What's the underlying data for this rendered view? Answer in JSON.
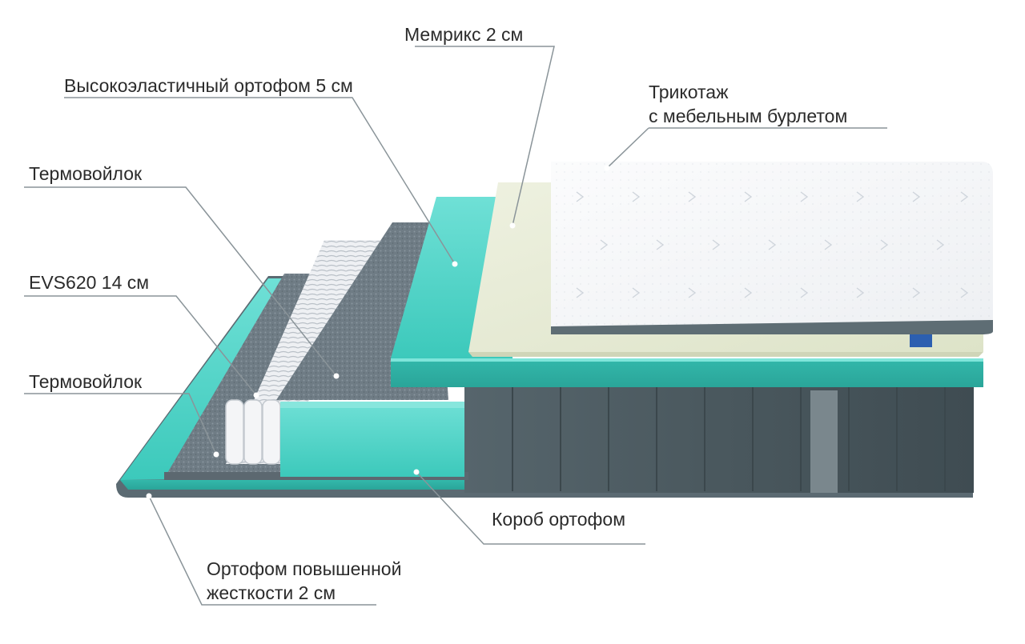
{
  "labels": {
    "memorix": "Мемрикс 2 см",
    "orthofoam_high": "Высокоэластичный ортофом 5 см",
    "knit_line1": "Трикотаж",
    "knit_line2": "с мебельным бурлетом",
    "thermo_top": "Термовойлок",
    "evs": "EVS620 14 см",
    "thermo_bottom": "Термовойлок",
    "box": "Короб ортофом",
    "hard_line1": "Ортофом повышенной",
    "hard_line2": "жесткости 2 см"
  },
  "colors": {
    "teal": "#4fd1c5",
    "cream": "#e6ead5",
    "cover": "#f4f6f8",
    "felt": "#6f7c85",
    "velvet": "#4d5b61",
    "leader": "#8a9499",
    "text": "#2b2b2b"
  }
}
